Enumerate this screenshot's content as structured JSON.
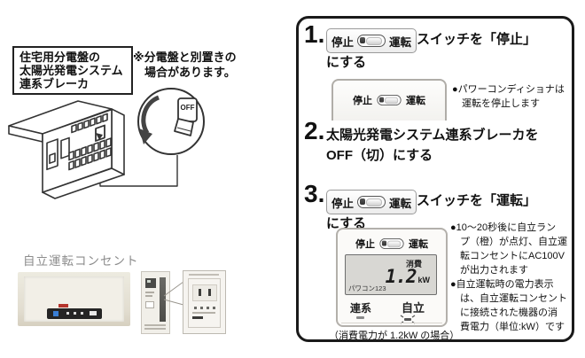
{
  "diagram": {
    "breaker_label": "住宅用分電盤の\n太陽光発電システム\n連系ブレーカ",
    "note": "※分電盤と別置きの\n　場合があります。",
    "off_label": "OFF",
    "outlet_caption": "自立運転コンセント"
  },
  "switch": {
    "stop": "停止",
    "run": "運転"
  },
  "steps": {
    "s1": {
      "number": "1.",
      "line1": "スイッチを「停止」",
      "line2": "にする",
      "note": "●パワーコンディショナは\n　運転を停止します"
    },
    "s2": {
      "number": "2.",
      "text": "太陽光発電システム連系ブレーカを\nOFF（切）にする"
    },
    "s3": {
      "number": "3.",
      "line1": "スイッチを「運転」",
      "line2": "にする",
      "caption": "（消費電力が 1.2kW の場合）",
      "notes": "●10〜20秒後に自立ラン\n　プ（橙）が点灯、自立運\n　転コンセントにAC100V\n　が出力されます\n●自立運転時の電力表示\n　は、自立運転コンセント\n　に接続された機器の消\n　費電力（単位:kW）です"
    }
  },
  "display": {
    "consumption": "消費",
    "value": "1.2",
    "unit": "kW",
    "device": "パワコン123",
    "grid": "連系",
    "standalone": "自立"
  },
  "colors": {
    "panel_border": "#1a1a1a",
    "lcd_bg": "#d8d7d3",
    "photo_beige": "#e2ddd0",
    "logo_red": "#b5342c",
    "led_blue": "#3a7fd5"
  }
}
